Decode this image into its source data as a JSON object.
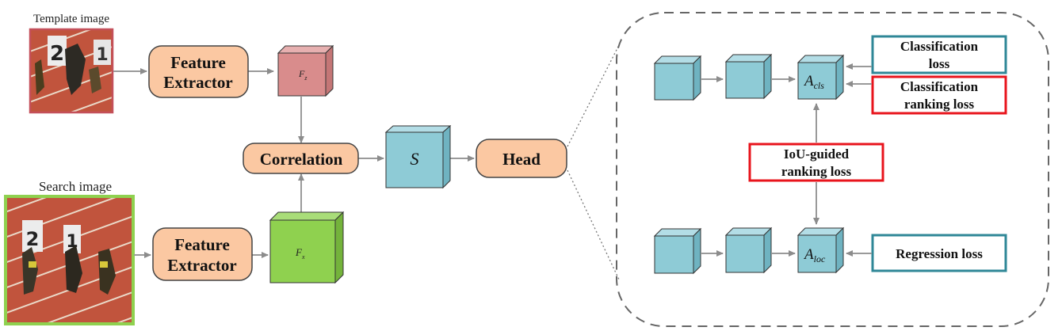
{
  "inputs": {
    "template_caption": "Template image",
    "search_caption": "Search image"
  },
  "nodes": {
    "extractor_top_line1": "Feature",
    "extractor_top_line2": "Extractor",
    "extractor_bottom_line1": "Feature",
    "extractor_bottom_line2": "Extractor",
    "correlation": "Correlation",
    "head": "Head",
    "s_label": "S"
  },
  "features": {
    "fz_main": "F",
    "fz_sub": "z",
    "fx_main": "F",
    "fx_sub": "x"
  },
  "detail": {
    "a_cls_main": "A",
    "a_cls_sub": "cls",
    "a_loc_main": "A",
    "a_loc_sub": "loc",
    "classification_loss_line1": "Classification",
    "classification_loss_line2": "loss",
    "classification_ranking_loss_line1": "Classification",
    "classification_ranking_loss_line2": "ranking loss",
    "iou_guided_line1": "IoU-guided",
    "iou_guided_line2": "ranking loss",
    "regression_loss": "Regression loss"
  },
  "colors": {
    "block_fill": "#fbc8a2",
    "cube_blue": "#8ecbd6",
    "fz_pink": "#d98c8c",
    "fx_green": "#8fd14f",
    "template_border": "#c4505a",
    "search_border": "#8fd14f",
    "teal_border": "#2f8797",
    "red_border": "#e8141c",
    "arrow": "#9a9a9a"
  }
}
